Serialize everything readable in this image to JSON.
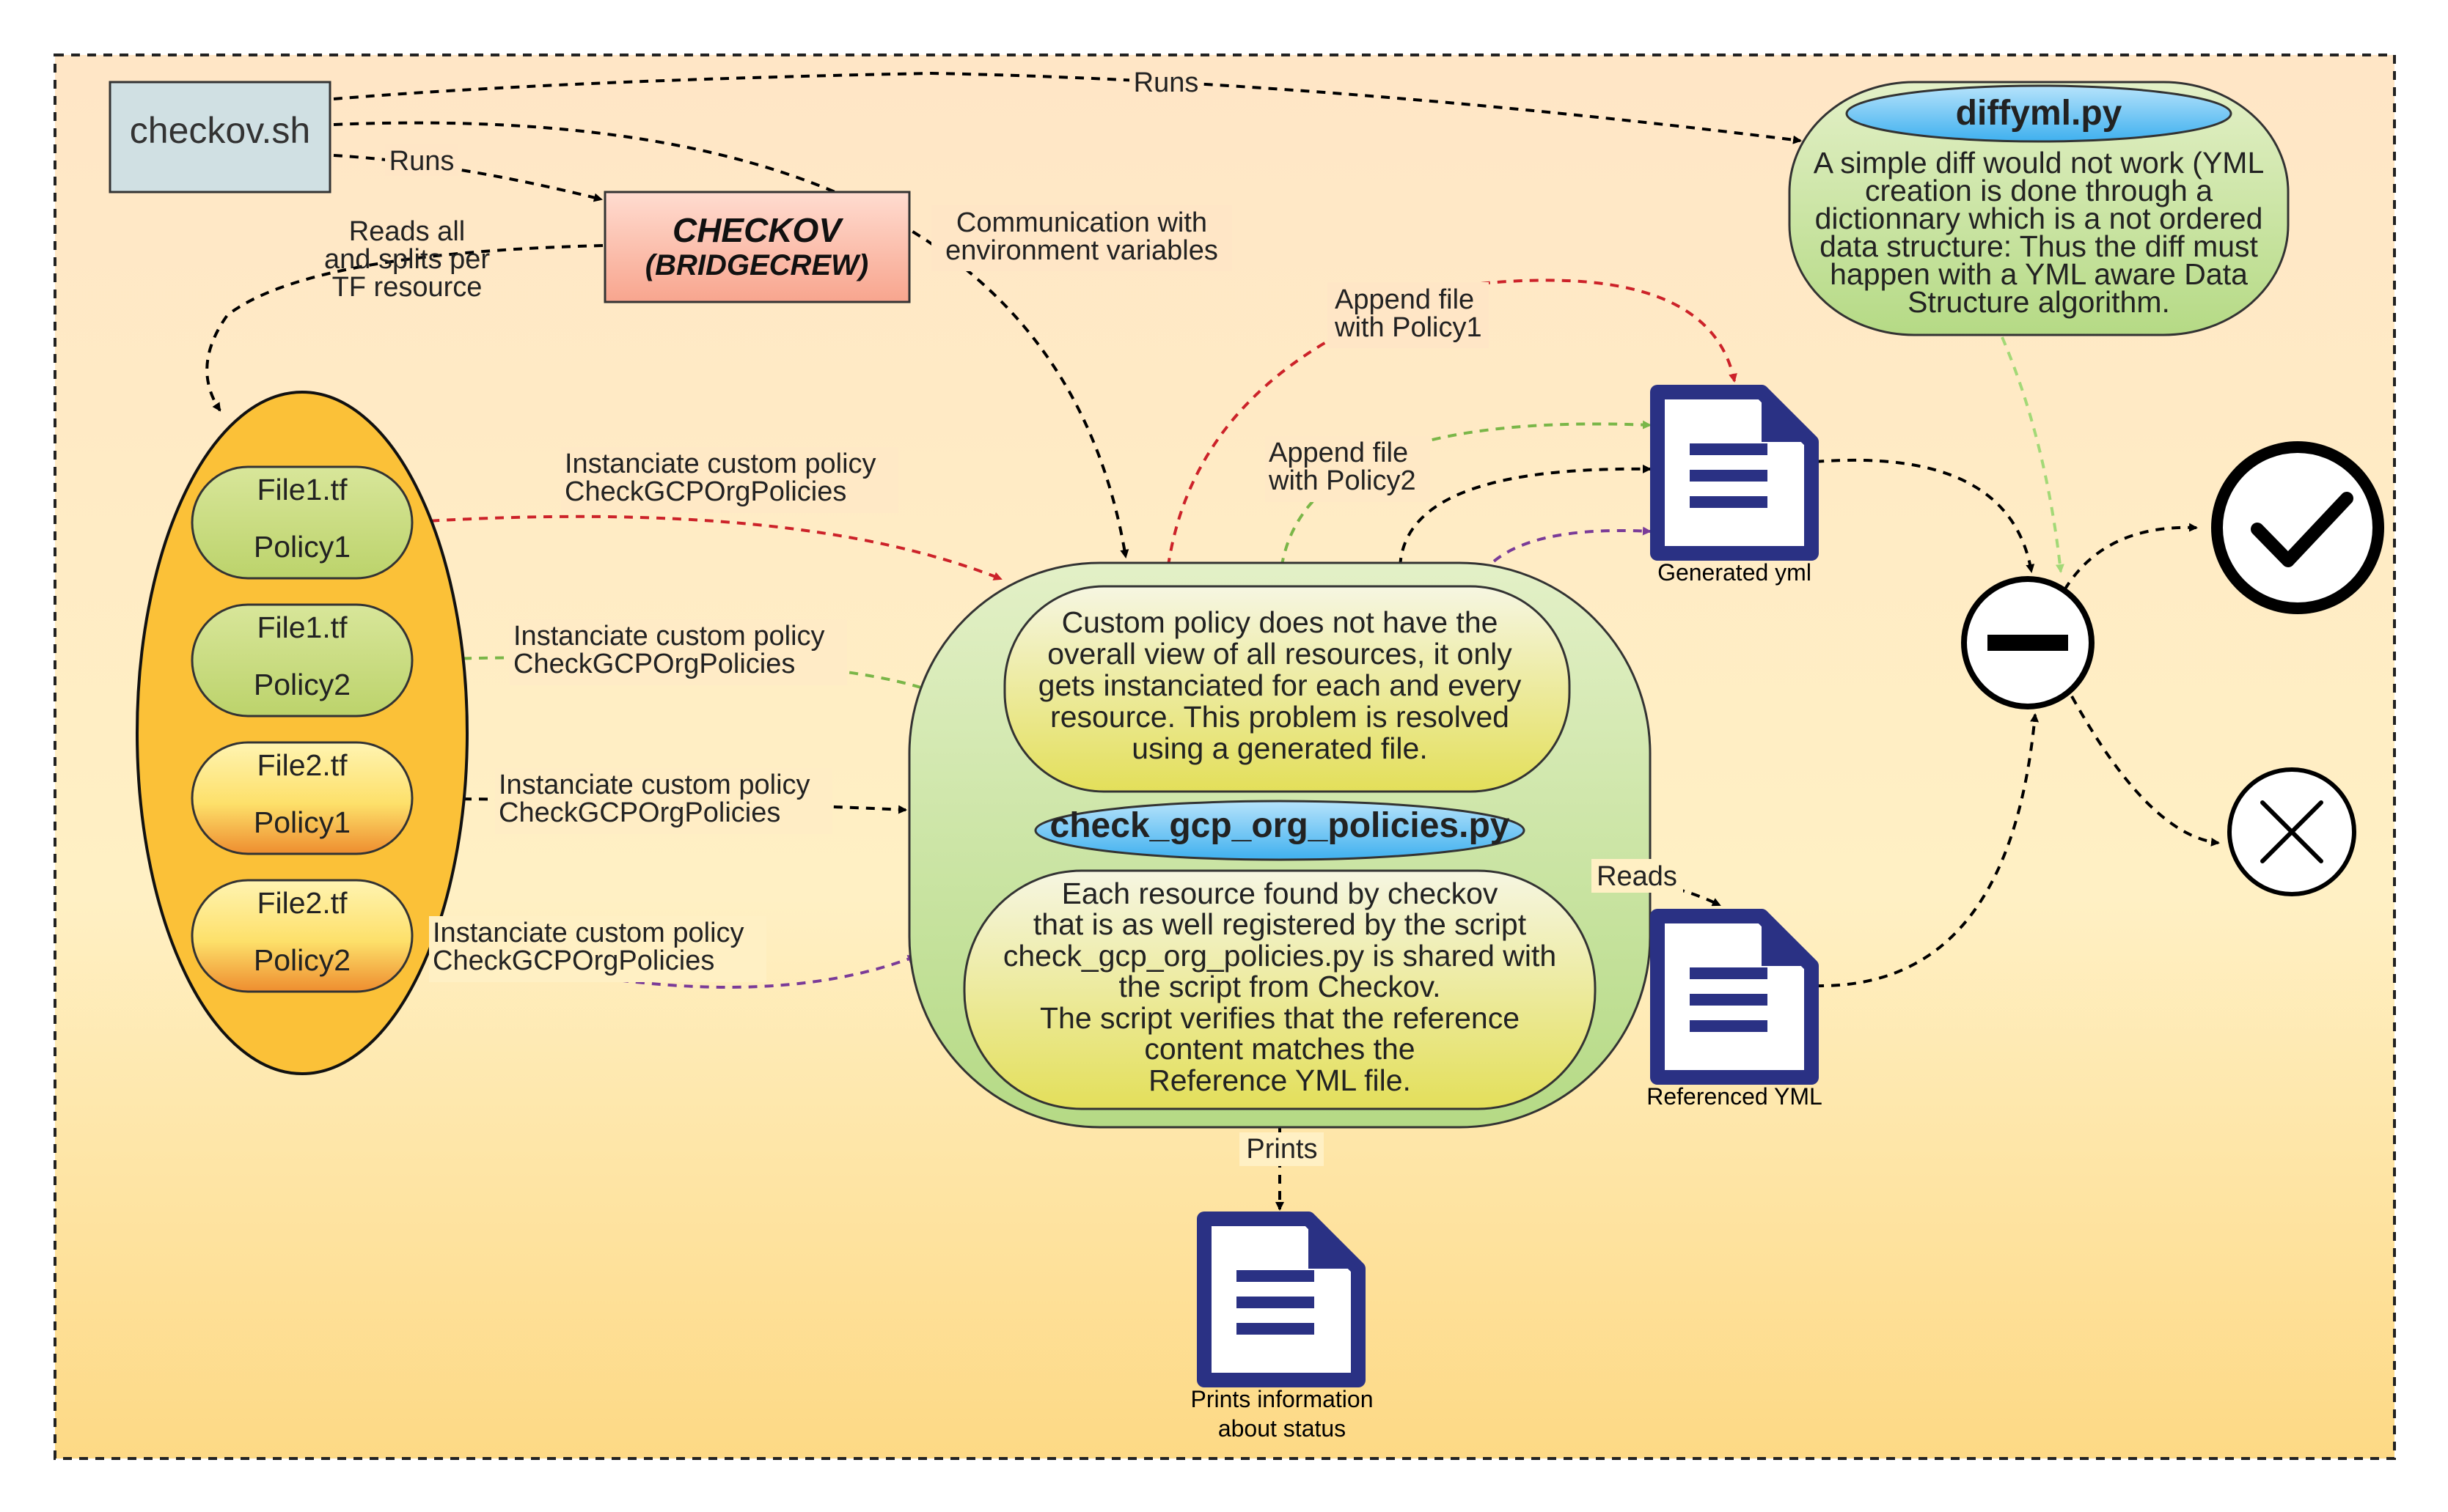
{
  "nodes": {
    "checkov_sh": "checkov.sh",
    "checkov_tool": [
      "CHECKOV",
      "(BRIDGECREW)"
    ],
    "diffyml": {
      "title": "diffyml.py",
      "text": [
        "A simple diff would not work (YML",
        "creation is done through a",
        "dictionnary which is a not ordered",
        "data structure: Thus the diff must",
        "happen with a YML aware Data",
        "Structure algorithm."
      ]
    },
    "resources": [
      {
        "file": "File1.tf",
        "policy": "Policy1"
      },
      {
        "file": "File1.tf",
        "policy": "Policy2"
      },
      {
        "file": "File2.tf",
        "policy": "Policy1"
      },
      {
        "file": "File2.tf",
        "policy": "Policy2"
      }
    ],
    "script": {
      "title": "check_gcp_org_policies.py",
      "top_text": [
        "Custom policy does not have the",
        "overall view of all resources, it only",
        "gets instanciated for each and every",
        "resource. This problem is resolved",
        "using a generated file."
      ],
      "bottom_text": [
        "Each resource found by checkov",
        "that is as well registered by the script",
        "check_gcp_org_policies.py is shared with",
        "the script from Checkov.",
        "The script verifies that the reference",
        "content matches the",
        "Reference YML file."
      ]
    },
    "generated_yml": "Generated yml",
    "referenced_yml": "Referenced YML",
    "prints_doc": [
      "Prints information",
      "about status"
    ]
  },
  "edges": {
    "runs_diff": "Runs",
    "runs_checkov": "Runs",
    "reads_splits": [
      "Reads all",
      "and splits per",
      "TF resource"
    ],
    "env": [
      "Communication with",
      "environment variables"
    ],
    "append1": [
      "Append file",
      "with Policy1"
    ],
    "append2": [
      "Append file",
      "with Policy2"
    ],
    "instanciate": [
      "Instanciate custom policy",
      "CheckGCPOrgPolicies"
    ],
    "reads": "Reads",
    "prints": "Prints"
  },
  "colors": {
    "red": "#cc2229",
    "green": "#7ab648",
    "light_green": "#a3d977",
    "purple": "#7a3b98",
    "doc_blue": "#2a3184",
    "black": "#000000"
  }
}
